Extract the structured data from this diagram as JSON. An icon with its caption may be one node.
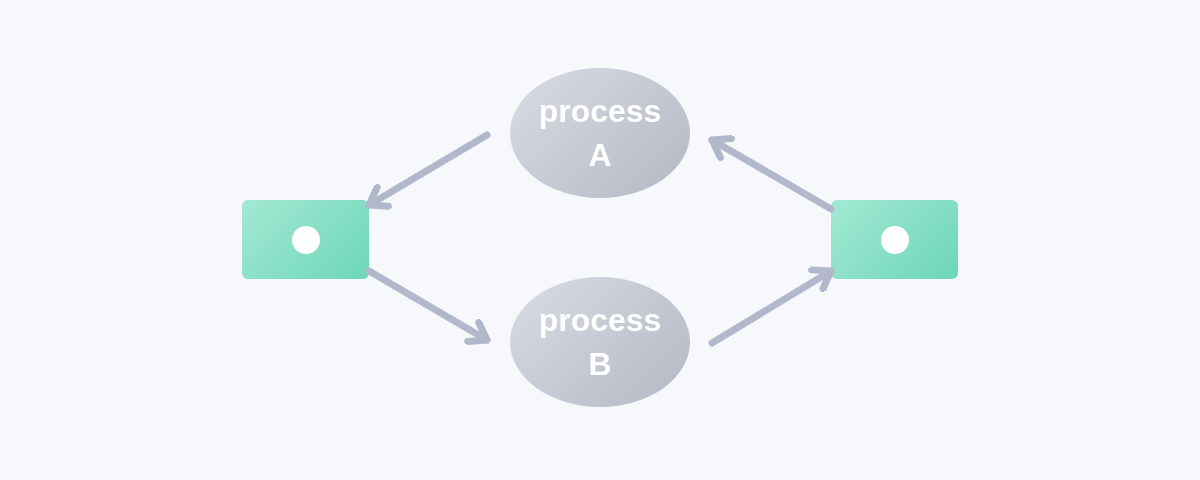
{
  "diagram": {
    "nodes": [
      {
        "text": [],
        "shape": "box"
      },
      {
        "text": [
          "process A"
        ]
      },
      {
        "text": [
          "process B"
        ]
      },
      {
        "text": [],
        "shape": "box"
      }
    ],
    "edges": [
      {
        "from": 1,
        "to": 0,
        "arrow": "to"
      },
      {
        "from": 0,
        "to": 2,
        "arrow": "to"
      },
      {
        "from": 2,
        "to": 3,
        "arrow": "to"
      },
      {
        "from": 3,
        "to": 1,
        "arrow": "to"
      }
    ]
  }
}
